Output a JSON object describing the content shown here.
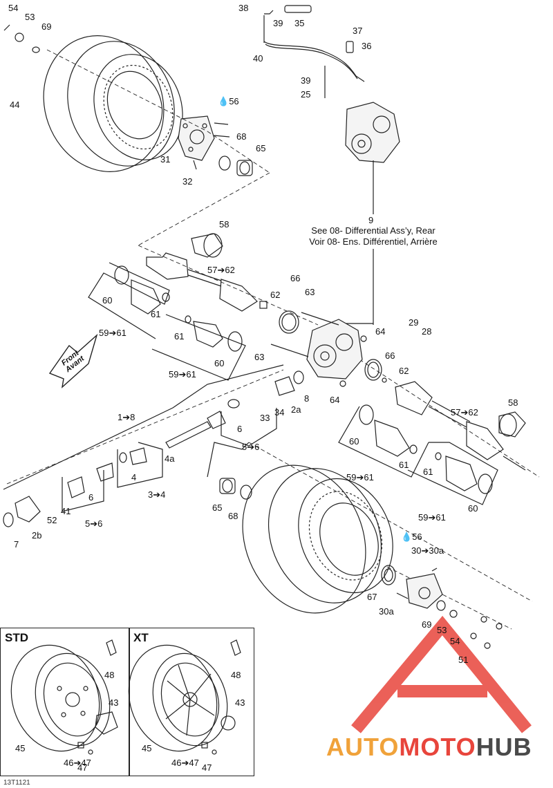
{
  "diagram": {
    "differential_note": {
      "line1": "See 08- Differential Ass’y, Rear",
      "line2": "Voir 08- Ens. Différentiel, Arrière"
    },
    "front_arrow": {
      "line1": "Front",
      "line2": "Avant"
    },
    "insets": {
      "std_title": "STD",
      "xt_title": "XT"
    },
    "drawing_ref": "13T1121",
    "watermark": {
      "part1": "AUTO",
      "part2": "MOTO",
      "part3": "HUB",
      "accent_color": "#e8453c",
      "secondary_color": "#f0a23a",
      "dark_color": "#4a4a4a"
    },
    "labels": {
      "c54a": "54",
      "c53a": "53",
      "c69a": "69",
      "c44": "44",
      "c56a": "56",
      "c31": "31",
      "c32": "32",
      "c68a": "68",
      "c65a": "65",
      "c38": "38",
      "c39a": "39",
      "c35": "35",
      "c40": "40",
      "c37": "37",
      "c36": "36",
      "c39b": "39",
      "c25": "25",
      "c9": "9",
      "c58a": "58",
      "c57a": "57➔62",
      "c60a": "60",
      "c61a": "61",
      "c59a": "59➔61",
      "c66a": "66",
      "c63a": "63",
      "c62a": "62",
      "c61b": "61",
      "c60b": "60",
      "c59b": "59➔61",
      "c64a": "64",
      "c29": "29",
      "c28": "28",
      "c63b": "63",
      "c66b": "66",
      "c62b": "62",
      "c64b": "64",
      "c8": "8",
      "c2a": "2a",
      "c34": "34",
      "c33": "33",
      "c1": "1➔8",
      "c6a": "6",
      "c56b": "5➔6",
      "c4a": "4a",
      "c4": "4",
      "c34b": "3➔4",
      "c6b": "6",
      "c41": "41",
      "c52": "52",
      "c56c": "5➔6",
      "c7": "7",
      "c2b": "2b",
      "c58b": "58",
      "c57b": "57➔62",
      "c60c": "60",
      "c61c": "61",
      "c59c": "59➔61",
      "c61d": "61",
      "c59d": "59➔61",
      "c60d": "60",
      "c65b": "65",
      "c68b": "68",
      "c56d": "56",
      "c30": "30➔30a",
      "c67": "67",
      "c30a": "30a",
      "c69b": "69",
      "c53b": "53",
      "c54b": "54",
      "c51": "51",
      "c48a": "48",
      "c43a": "43",
      "c45a": "45",
      "c46a": "46➔47",
      "c47a": "47",
      "c48b": "48",
      "c43b": "43",
      "c45b": "45",
      "c46b": "46➔47",
      "c47b": "47"
    }
  }
}
